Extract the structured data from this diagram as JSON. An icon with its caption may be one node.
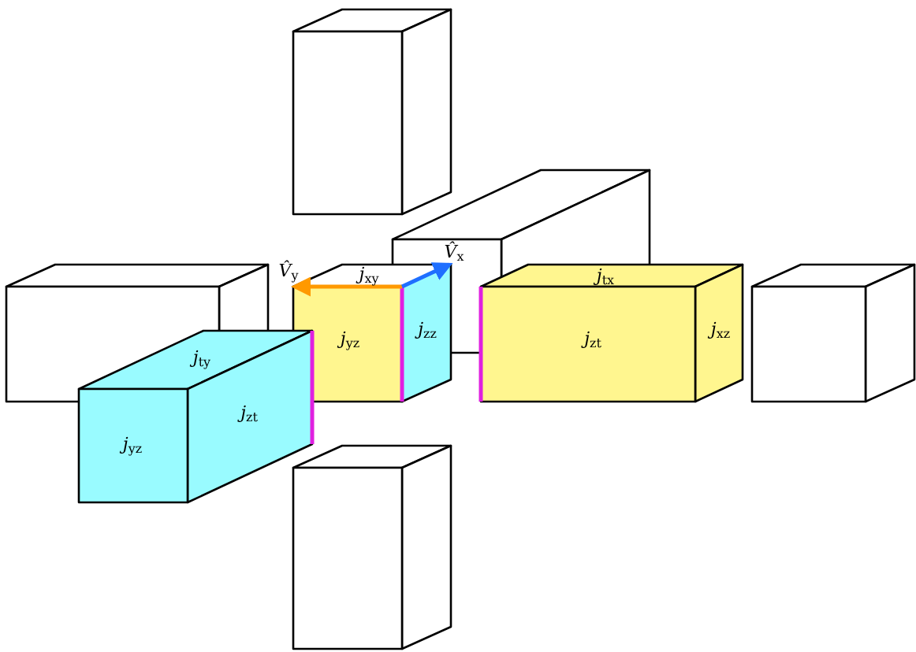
{
  "diagram": {
    "labels": [
      "*V̂*$_{y}$",
      "*j*$_{xy}$",
      "*V̂*$_{x}$",
      "*j*$_{tx}$",
      "*j*$_{yz}$",
      "*j*$_{zz}$",
      "*j*$_{zt}$",
      "*j*$_{xz}$",
      "*j*$_{ty}$",
      "*j*$_{zt}$",
      "*j*$_{yz}$"
    ]
  }
}
